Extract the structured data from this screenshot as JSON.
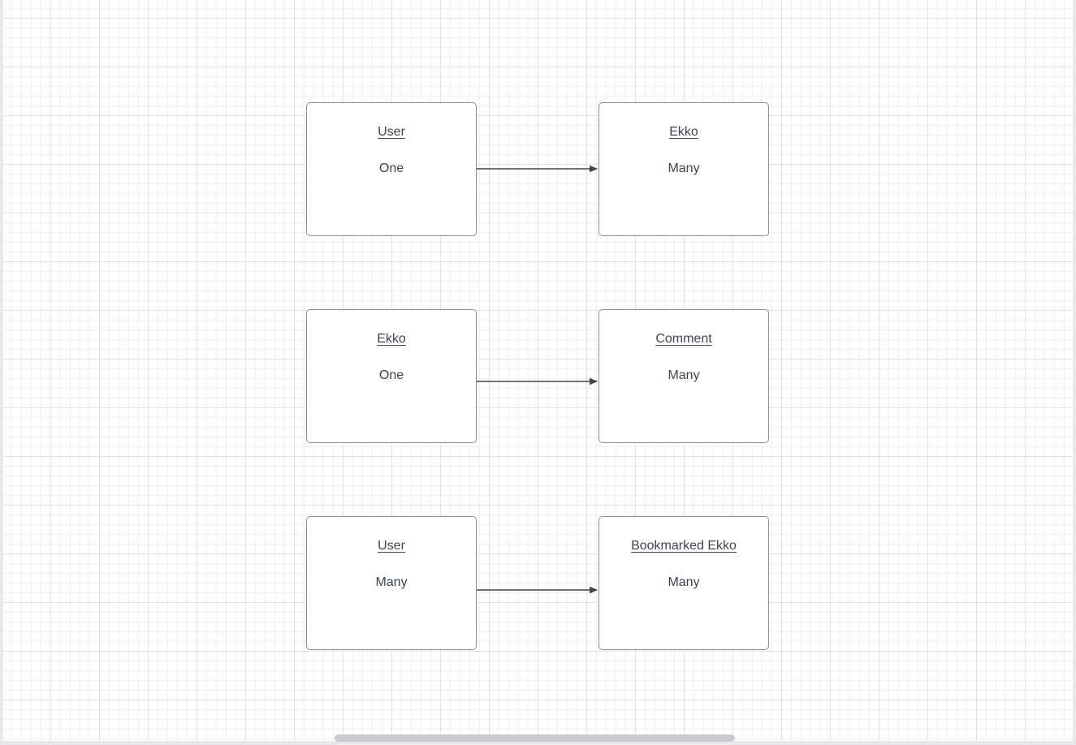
{
  "colors": {
    "canvas_bg": "#ffffff",
    "grid_minor": "#f0f0f1",
    "grid_major": "#e2e2e4",
    "shape_fill": "#ffffff",
    "shape_border": "#8b8e95",
    "text": "#3f444d",
    "arrow": "#3f454f",
    "gutter": "#e9e9eb",
    "scrollbar_thumb": "#c8cbd2"
  },
  "diagram": {
    "relationships": [
      {
        "source": {
          "title": "User",
          "cardinality": "One"
        },
        "target": {
          "title": "Ekko",
          "cardinality": "Many"
        }
      },
      {
        "source": {
          "title": "Ekko",
          "cardinality": "One"
        },
        "target": {
          "title": "Comment",
          "cardinality": "Many"
        }
      },
      {
        "source": {
          "title": "User",
          "cardinality": "Many"
        },
        "target": {
          "title": "Bookmarked Ekko",
          "cardinality": "Many"
        }
      }
    ]
  }
}
